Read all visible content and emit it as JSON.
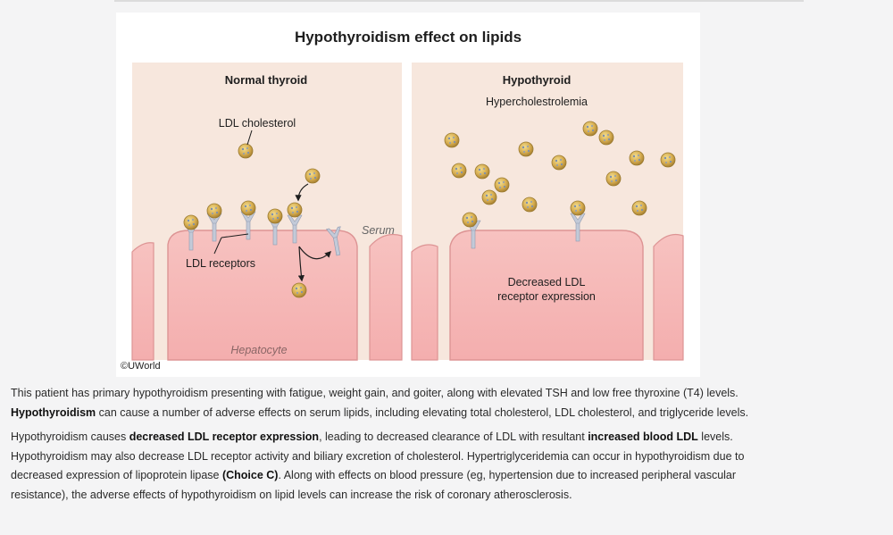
{
  "figure": {
    "title": "Hypothyroidism effect on lipids",
    "credit": "©UWorld",
    "left_panel": {
      "title": "Normal thyroid",
      "ldl_label": "LDL cholesterol",
      "serum_label": "Serum",
      "receptor_label": "LDL receptors",
      "cell_label": "Hepatocyte"
    },
    "right_panel": {
      "title": "Hypothyroid",
      "subtitle": "Hypercholestrolemia",
      "expression_line1": "Decreased LDL",
      "expression_line2": "receptor expression"
    },
    "colors": {
      "background": "#f7e6dc",
      "cell_fill": "#f0a8a8",
      "cell_edge": "#d98a8a",
      "particle": "#c9a24a",
      "receptor": "#b8c0d0"
    }
  },
  "text": {
    "p1": {
      "a": "This patient has primary hypothyroidism presenting with fatigue, weight gain, and goiter, along with elevated TSH and low free thyroxine (T4) levels.  ",
      "b": "Hypothyroidism",
      "c": " can cause a number of adverse effects on serum lipids, including elevating total cholesterol, LDL cholesterol, and triglyceride levels."
    },
    "p2": {
      "a": "Hypothyroidism causes ",
      "b": "decreased LDL receptor expression",
      "c": ", leading to decreased clearance of LDL with resultant ",
      "d": "increased blood LDL",
      "e": " levels.  Hypothyroidism may also decrease LDL receptor activity and biliary excretion of cholesterol.  Hypertriglyceridemia can occur in hypothyroidism due to decreased expression of lipoprotein lipase ",
      "f": "(Choice C)",
      "g": ".  Along with effects on blood pressure (eg, hypertension due to increased peripheral vascular resistance), the adverse effects of hypothyroidism on lipid levels can increase the risk of coronary atherosclerosis."
    }
  }
}
